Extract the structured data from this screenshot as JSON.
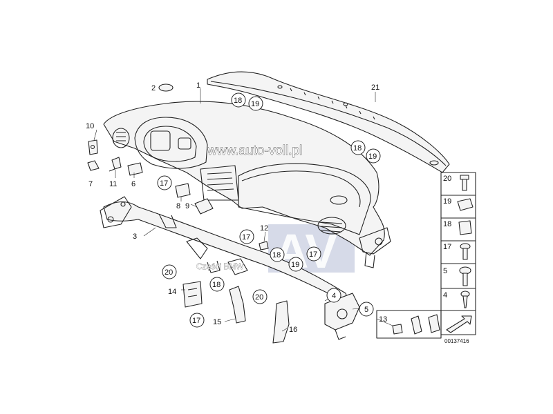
{
  "callouts": {
    "p1": "1",
    "p2": "2",
    "p3": "3",
    "p4": "4",
    "p5": "5",
    "p6": "6",
    "p7": "7",
    "p8": "8",
    "p9": "9",
    "p10": "10",
    "p11": "11",
    "p12": "12",
    "p13": "13",
    "p14": "14",
    "p15": "15",
    "p16": "16",
    "p21": "21",
    "c18_top": "18",
    "c19_top": "19",
    "c18_right": "18",
    "c19_right": "19",
    "c17_a": "17",
    "c17_b": "17",
    "c18_mid": "18",
    "c19_mid": "19",
    "c17_c": "17",
    "c20_a": "20",
    "c18_low": "18",
    "c20_b": "20",
    "c17_d": "17"
  },
  "legend": {
    "items": [
      {
        "num": "20",
        "icon": "screw-icon"
      },
      {
        "num": "19",
        "icon": "spring-clip-icon"
      },
      {
        "num": "18",
        "icon": "clip-nut-icon"
      },
      {
        "num": "17",
        "icon": "expanding-rivet-icon"
      },
      {
        "num": "5",
        "icon": "hex-bolt-icon"
      },
      {
        "num": "4",
        "icon": "self-tapping-screw-icon"
      }
    ]
  },
  "watermark": {
    "url": "www.auto-voll.pl",
    "logo": "AV",
    "caption": "Części BMW"
  },
  "diagram_id": "00137416"
}
